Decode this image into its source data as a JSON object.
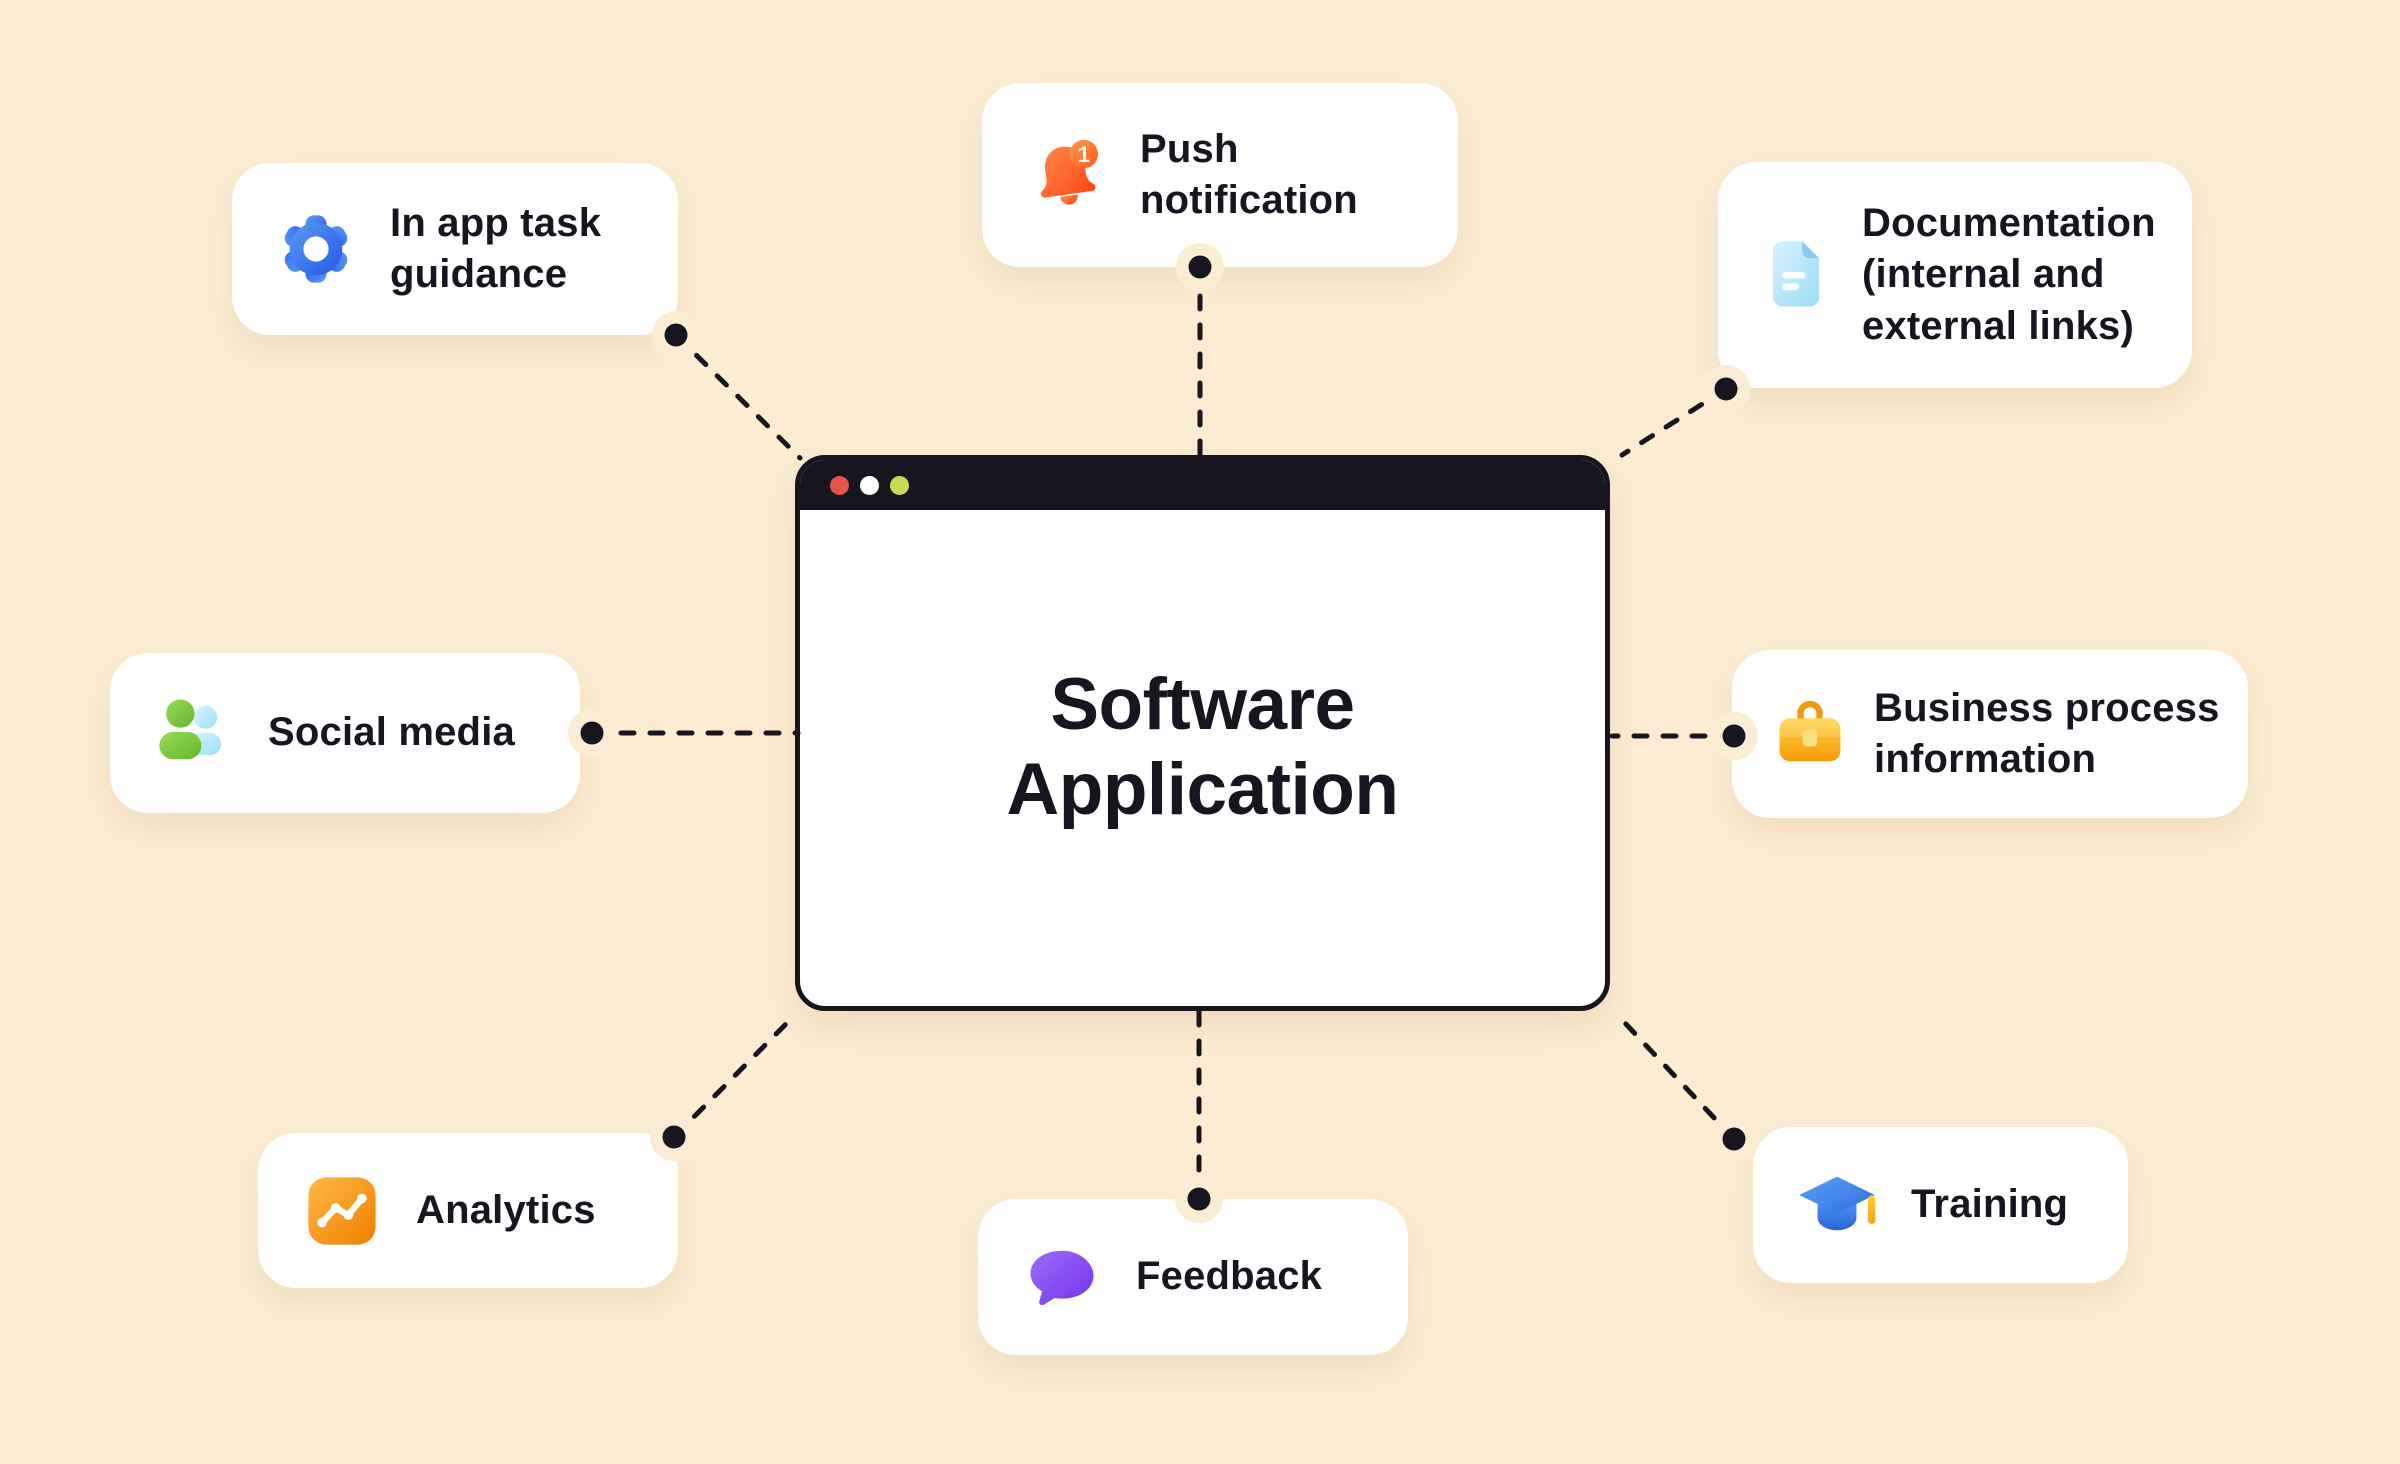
{
  "canvas": {
    "background_color": "#FBECD3",
    "ink_color": "#17151F",
    "card_color": "#FFFFFF"
  },
  "center": {
    "label": "Software Application",
    "window_controls": {
      "close_color": "#E4544B",
      "minimize_color": "#FFFFFF",
      "maximize_color": "#C8DB52"
    }
  },
  "badge": {
    "value": "1"
  },
  "icon_colors": {
    "gear_blue": "#2F6AE8",
    "bell_orange": "#FC4A12",
    "document_blue": "#9ADDF6",
    "people_green": "#6CB32E",
    "people_cyan": "#A8E0F6",
    "briefcase_gold": "#F8AE18",
    "analytics_orange": "#F07D00",
    "feedback_purple": "#7C3BED",
    "cap_blue": "#2D6FE0",
    "tassel_gold": "#FFC62B"
  },
  "nodes": [
    {
      "id": "in-app-task-guidance",
      "label": "In app task guidance",
      "icon": "gear-icon"
    },
    {
      "id": "push-notification",
      "label": "Push notification",
      "icon": "bell-icon"
    },
    {
      "id": "documentation",
      "label": "Documentation (internal and external links)",
      "icon": "document-icon"
    },
    {
      "id": "social-media",
      "label": "Social media",
      "icon": "people-icon"
    },
    {
      "id": "business-process-information",
      "label": "Business process information",
      "icon": "briefcase-icon"
    },
    {
      "id": "analytics",
      "label": "Analytics",
      "icon": "line-chart-icon"
    },
    {
      "id": "feedback",
      "label": "Feedback",
      "icon": "speech-bubble-icon"
    },
    {
      "id": "training",
      "label": "Training",
      "icon": "graduation-cap-icon"
    }
  ]
}
